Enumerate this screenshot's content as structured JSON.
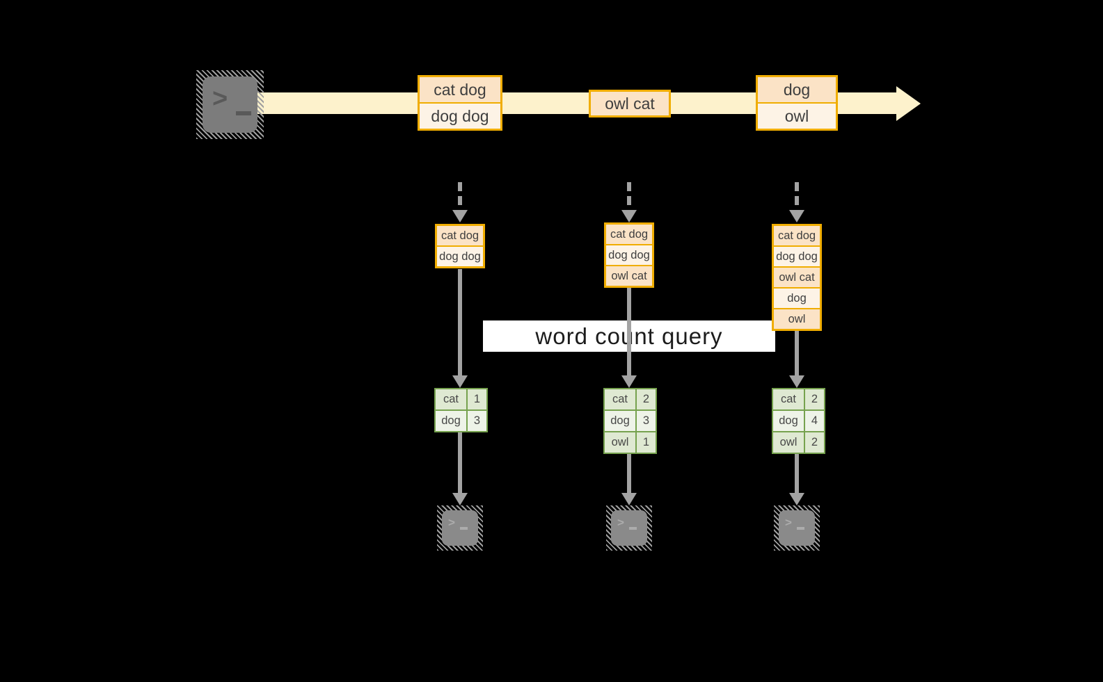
{
  "query_label": "word count query",
  "terminal": {
    "prompt": ">"
  },
  "stream": {
    "batches": [
      {
        "lines": [
          "cat dog",
          "dog dog"
        ]
      },
      {
        "lines": [
          "owl cat"
        ]
      },
      {
        "lines": [
          "dog",
          "owl"
        ]
      }
    ]
  },
  "columns": [
    {
      "input_rows": [
        "cat dog",
        "dog dog"
      ],
      "counts": [
        {
          "word": "cat",
          "count": "1"
        },
        {
          "word": "dog",
          "count": "3"
        }
      ]
    },
    {
      "input_rows": [
        "cat dog",
        "dog dog",
        "owl cat"
      ],
      "counts": [
        {
          "word": "cat",
          "count": "2"
        },
        {
          "word": "dog",
          "count": "3"
        },
        {
          "word": "owl",
          "count": "1"
        }
      ]
    },
    {
      "input_rows": [
        "cat dog",
        "dog dog",
        "owl cat",
        "dog",
        "owl"
      ],
      "counts": [
        {
          "word": "cat",
          "count": "2"
        },
        {
          "word": "dog",
          "count": "4"
        },
        {
          "word": "owl",
          "count": "2"
        }
      ]
    }
  ],
  "colors": {
    "amber": "#F0AD00",
    "peachD": "#FBE3C6",
    "peachL": "#FDF3E6",
    "cream": "#FDF2CC",
    "green": "#76A24E",
    "greenD": "#DFE9D2",
    "greenL": "#EEF3E8",
    "gray": "#A3A3A3",
    "label_bg": "#FFFFFF",
    "background": "#000000"
  }
}
